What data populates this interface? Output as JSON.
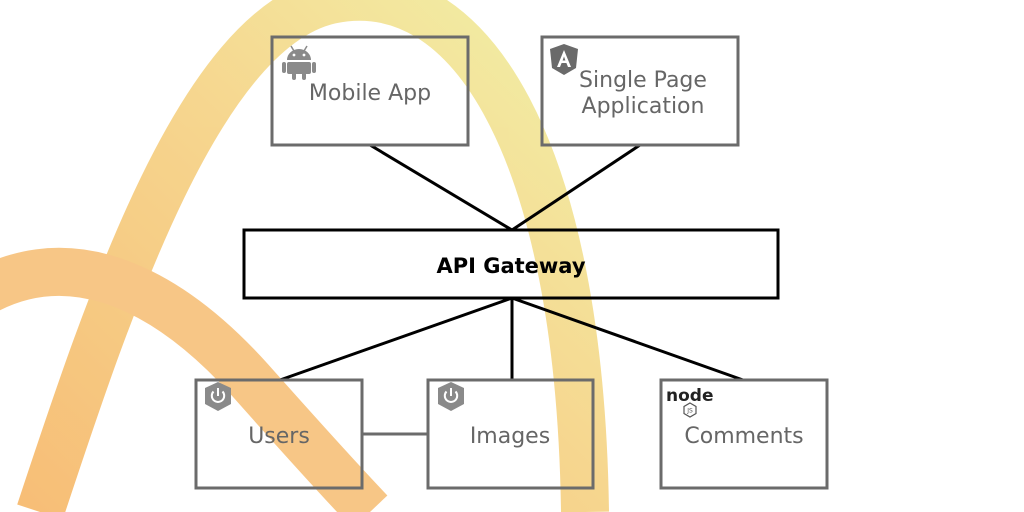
{
  "diagram": {
    "clients": [
      {
        "id": "mobile",
        "label": "Mobile App",
        "icon": "android-icon"
      },
      {
        "id": "spa",
        "label_lines": [
          "Single Page",
          "Application"
        ],
        "icon": "angular-icon"
      }
    ],
    "gateway": {
      "label": "API Gateway"
    },
    "services": [
      {
        "id": "users",
        "label": "Users",
        "icon": "spring-power-icon"
      },
      {
        "id": "images",
        "label": "Images",
        "icon": "spring-power-icon"
      },
      {
        "id": "comments",
        "label": "Comments",
        "icon": "nodejs-icon"
      }
    ],
    "nodejs_logo_text": "node",
    "colors": {
      "box_stroke": "#6b6b6b",
      "gateway_stroke": "#000000",
      "edge": "#000000",
      "service_link": "#6b6b6b",
      "icon_gray": "#8a8a8a",
      "swoosh_orange": "#f2b25c",
      "swoosh_yellow": "#ecec8a"
    }
  }
}
